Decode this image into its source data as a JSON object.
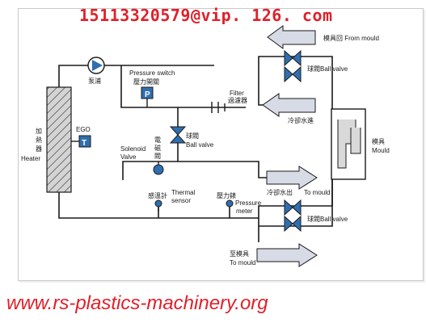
{
  "header": {
    "email": "15113320579@vip. 126. com"
  },
  "footer": {
    "url": "www.rs-plastics-machinery.org"
  },
  "colors": {
    "pipe": "#1a1a1a",
    "arrow_fill": "#d7dbe6",
    "valve_fill": "#2f6fb0",
    "brand_red": "#e0202a",
    "heater_fill": "#c6c6c6"
  },
  "labels": {
    "from_mould": "模具回 From mould",
    "pump": "泵浦",
    "pressure_switch_en": "Pressure switch",
    "pressure_switch_zh": "壓力開關",
    "pressure_switch_symbol": "P",
    "filter_en": "Filter",
    "filter_zh": "過濾器",
    "ball_valve_top": "球閥Ball valve",
    "cooling_in": "冷卻水進",
    "ball_valve_mid_zh": "球閥",
    "ball_valve_mid_en": "Ball valve",
    "ego": "EGO",
    "ego_symbol": "T",
    "heater_zh_1": "加",
    "heater_zh_2": "熱",
    "heater_zh_3": "器",
    "heater_en": "Heater",
    "solenoid_1": "Solenoid",
    "solenoid_2": "Valve",
    "solenoid_zh_1": "電",
    "solenoid_zh_2": "磁",
    "solenoid_zh_3": "閥",
    "mould_zh": "模具",
    "mould_en": "Mould",
    "cooling_out": "冷卻水出",
    "to_mould_right": "To mould",
    "temp_sensor_zh": "感溫計",
    "thermal_1": "Thermal",
    "thermal_2": "sensor",
    "gauge_zh": "壓力錶",
    "pressure_1": "Pressure",
    "pressure_2": "meter",
    "ball_valve_bottom": "球閥Ball valve",
    "to_mould_zh": "至模具",
    "to_mould_en": "To mould"
  }
}
